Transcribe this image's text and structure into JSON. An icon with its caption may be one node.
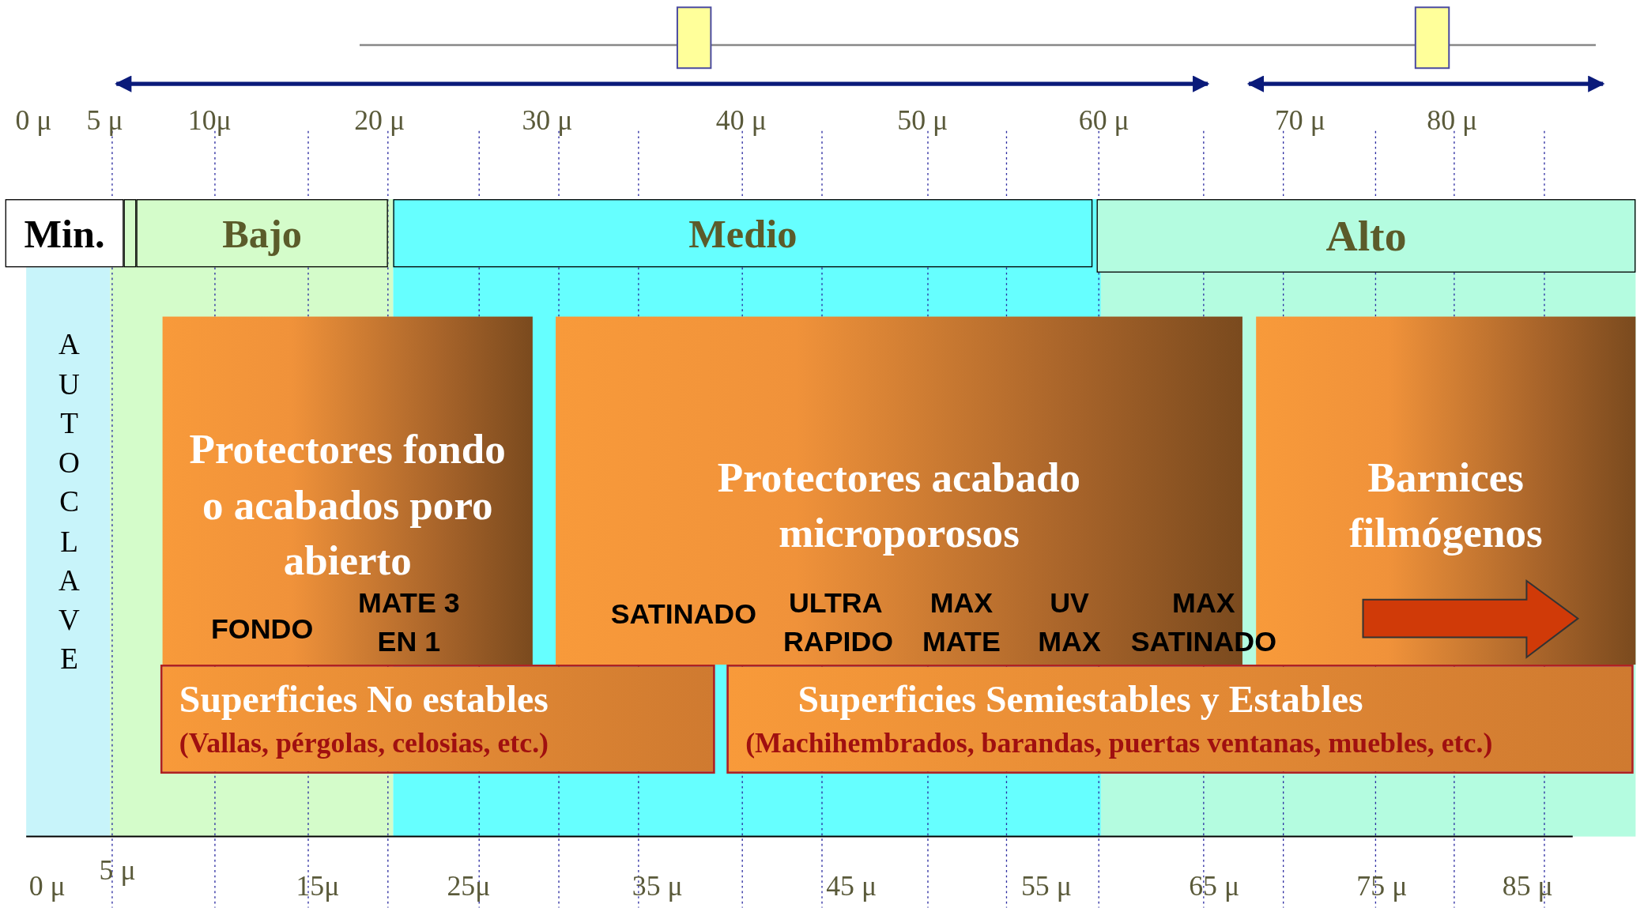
{
  "diagram": {
    "nodes": [
      {
        "text": [
          "Min."
        ]
      },
      {
        "text": [
          "Bajo"
        ]
      },
      {
        "text": [
          "Medio"
        ]
      },
      {
        "text": [
          "Alto"
        ]
      },
      {
        "text": [
          "AUTOCLAVE"
        ]
      },
      {
        "text": [
          "Protectores fondo o acabados poro abierto",
          "FONDO",
          "MATE 3 EN 1"
        ]
      },
      {
        "text": [
          "Protectores acabado microporosos",
          "SATINADO",
          "ULTRA RAPIDO",
          "MAX MATE",
          "UV MAX",
          "MAX SATINADO"
        ]
      },
      {
        "text": [
          "Barnices filmógenos"
        ]
      },
      {
        "text": [
          "Superficies No estables",
          "(Vallas, pérgolas, celosias, etc.)"
        ]
      },
      {
        "text": [
          "Superficies Semiestables y Estables",
          "(Machihembrados, barandas, puertas ventanas, muebles, etc.)"
        ]
      },
      {
        "text": [],
        "shape": "box"
      }
    ],
    "edges": [],
    "labels": [
      "0 μ",
      "5 μ",
      "10μ",
      "20 μ",
      "30 μ",
      "40 μ",
      "50 μ",
      "60 μ",
      "70 μ",
      "80 μ",
      "0 μ",
      "5 μ",
      "15μ",
      "25μ",
      "35 μ",
      "45 μ",
      "55 μ",
      "65 μ",
      "75 μ",
      "85 μ"
    ]
  }
}
